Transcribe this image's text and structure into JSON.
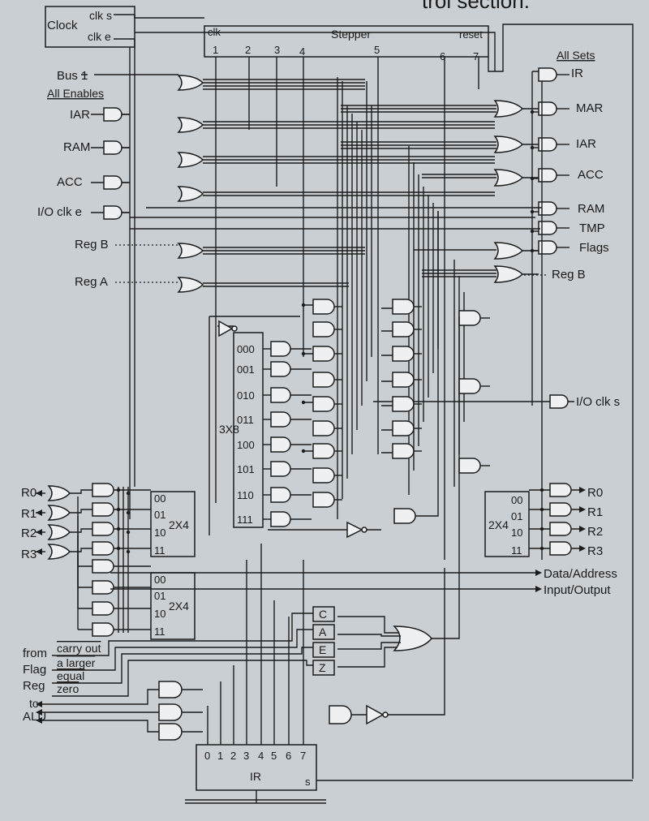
{
  "header_fragment": "trol section.",
  "clock": {
    "label": "Clock",
    "clk_s": "clk s",
    "clk_e": "clk e"
  },
  "stepper": {
    "label": "Stepper",
    "clk": "clk",
    "reset": "reset",
    "steps": [
      "1",
      "2",
      "3",
      "4",
      "5",
      "6",
      "7"
    ]
  },
  "left_enables": {
    "heading": "All Enables",
    "bus1": "Bus 1",
    "items": [
      "IAR",
      "RAM",
      "ACC",
      "I/O clk e",
      "Reg B",
      "Reg A"
    ]
  },
  "right_sets": {
    "heading": "All Sets",
    "items": [
      "IR",
      "MAR",
      "IAR",
      "ACC",
      "RAM",
      "TMP",
      "Flags",
      "Reg B",
      "I/O clk s"
    ]
  },
  "decoder3x8": {
    "label": "3X8",
    "outputs": [
      "000",
      "001",
      "010",
      "011",
      "100",
      "101",
      "110",
      "111"
    ]
  },
  "decoder2x4": {
    "label": "2X4",
    "outputs": [
      "00",
      "01",
      "10",
      "11"
    ]
  },
  "left_registers": [
    "R0",
    "R1",
    "R2",
    "R3"
  ],
  "right_registers": [
    "R0",
    "R1",
    "R2",
    "R3"
  ],
  "io_lines": [
    "Data/Address",
    "Input/Output"
  ],
  "flags": {
    "side_label": [
      "from",
      "Flag",
      "Reg"
    ],
    "inputs": [
      "carry out",
      "a larger",
      "equal",
      "zero"
    ],
    "latches": [
      "C",
      "A",
      "E",
      "Z"
    ]
  },
  "alu": {
    "to_label": [
      "to",
      "ALU"
    ]
  },
  "ir": {
    "label": "IR",
    "s": "s",
    "bits": [
      "0",
      "1",
      "2",
      "3",
      "4",
      "5",
      "6",
      "7"
    ]
  }
}
